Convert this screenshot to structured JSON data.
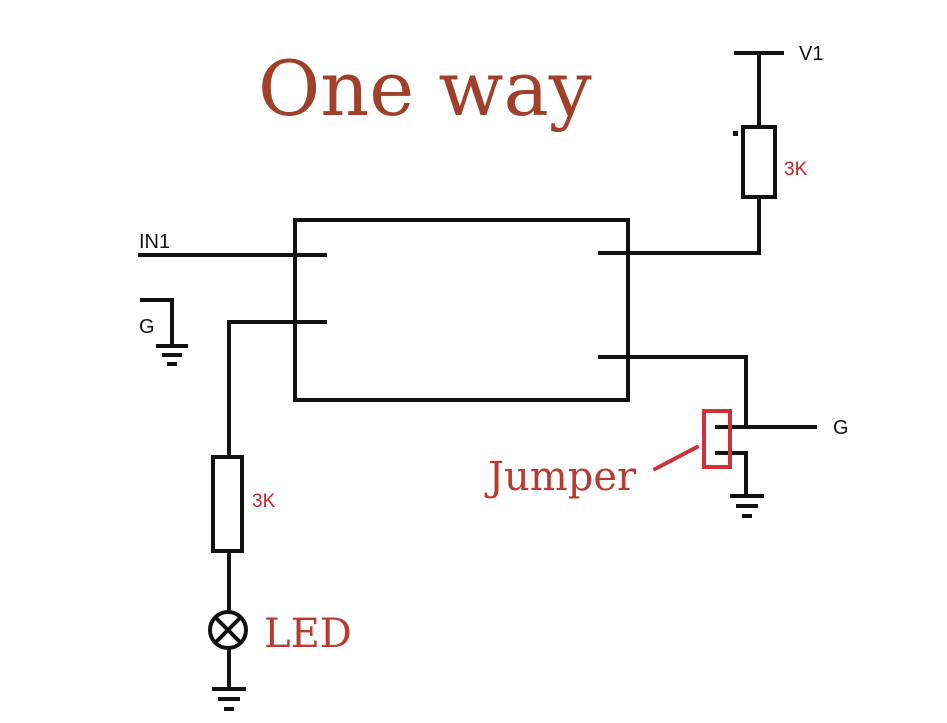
{
  "title": "One way",
  "labels": {
    "input": "IN1",
    "ground_left": "G",
    "supply": "V1",
    "resistor_top": "3K",
    "resistor_bottom": "3K",
    "ground_right": "G",
    "jumper": "Jumper",
    "led": "LED"
  },
  "colors": {
    "title": "#a0402a",
    "jumper": "#d0303a",
    "wire": "#111111"
  }
}
